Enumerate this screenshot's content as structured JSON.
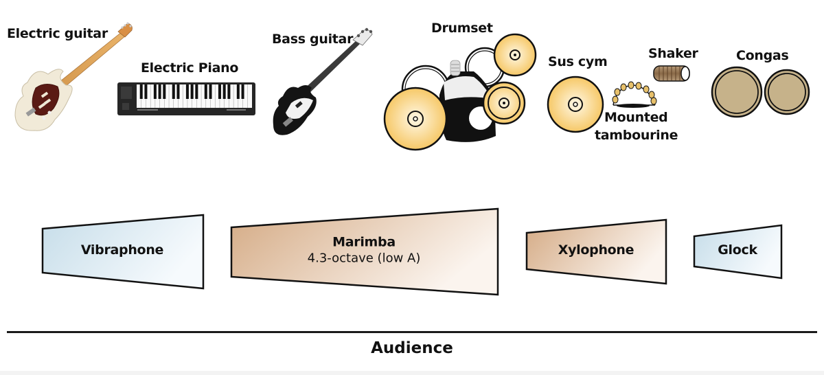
{
  "diagram": {
    "title": "Percussion & band stage layout",
    "instruments_back_row": [
      {
        "id": "electric-guitar",
        "label": "Electric guitar",
        "icon": "electric-guitar-icon"
      },
      {
        "id": "electric-piano",
        "label": "Electric Piano",
        "icon": "keyboard-icon"
      },
      {
        "id": "bass-guitar",
        "label": "Bass guitar",
        "icon": "bass-guitar-icon"
      },
      {
        "id": "drumset",
        "label": "Drumset",
        "icon": "drumset-icon"
      },
      {
        "id": "sus-cym",
        "label": "Sus cym",
        "icon": "cymbal-icon"
      },
      {
        "id": "mounted-tambourine",
        "label_line1": "Mounted",
        "label_line2": "tambourine",
        "icon": "tambourine-icon"
      },
      {
        "id": "shaker",
        "label": "Shaker",
        "icon": "shaker-icon"
      },
      {
        "id": "congas",
        "label": "Congas",
        "icon": "congas-icon"
      }
    ],
    "keyboard_percussion": [
      {
        "id": "vibraphone",
        "label": "Vibraphone",
        "subtitle": "",
        "color": "#cfe3ee"
      },
      {
        "id": "marimba",
        "label": "Marimba",
        "subtitle": "4.3-octave (low A)",
        "color": "#d9b595"
      },
      {
        "id": "xylophone",
        "label": "Xylophone",
        "subtitle": "",
        "color": "#d9b595"
      },
      {
        "id": "glock",
        "label": "Glock",
        "subtitle": "",
        "color": "#cfe3ee"
      }
    ],
    "audience_label": "Audience",
    "colors": {
      "cymbal": "#f6c865",
      "conga": "#c8b48a",
      "wood": "#d9b595",
      "metal": "#cfe3ee",
      "outline": "#111111"
    }
  }
}
